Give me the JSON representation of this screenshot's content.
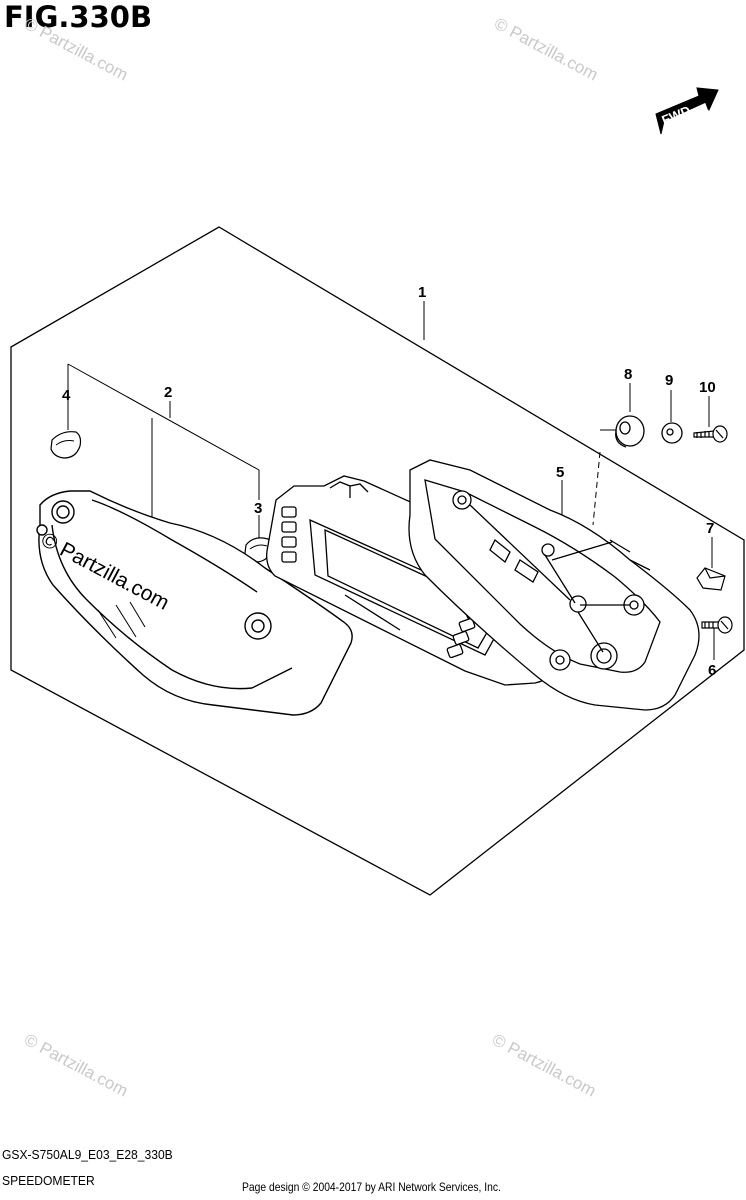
{
  "figure": {
    "title": "FIG.330B",
    "model_code": "GSX-S750AL9_E03_E28_330B",
    "assembly_name": "SPEEDOMETER",
    "credit": "Page design © 2004-2017 by ARI Network Services, Inc.",
    "direction_label": "FWD"
  },
  "callouts": {
    "c1": "1",
    "c2": "2",
    "c3": "3",
    "c4": "4",
    "c5": "5",
    "c6": "6",
    "c7": "7",
    "c8": "8",
    "c9": "9",
    "c10": "10"
  },
  "watermarks": {
    "small": "© Partzilla.com",
    "center": "© Partzilla.com"
  }
}
